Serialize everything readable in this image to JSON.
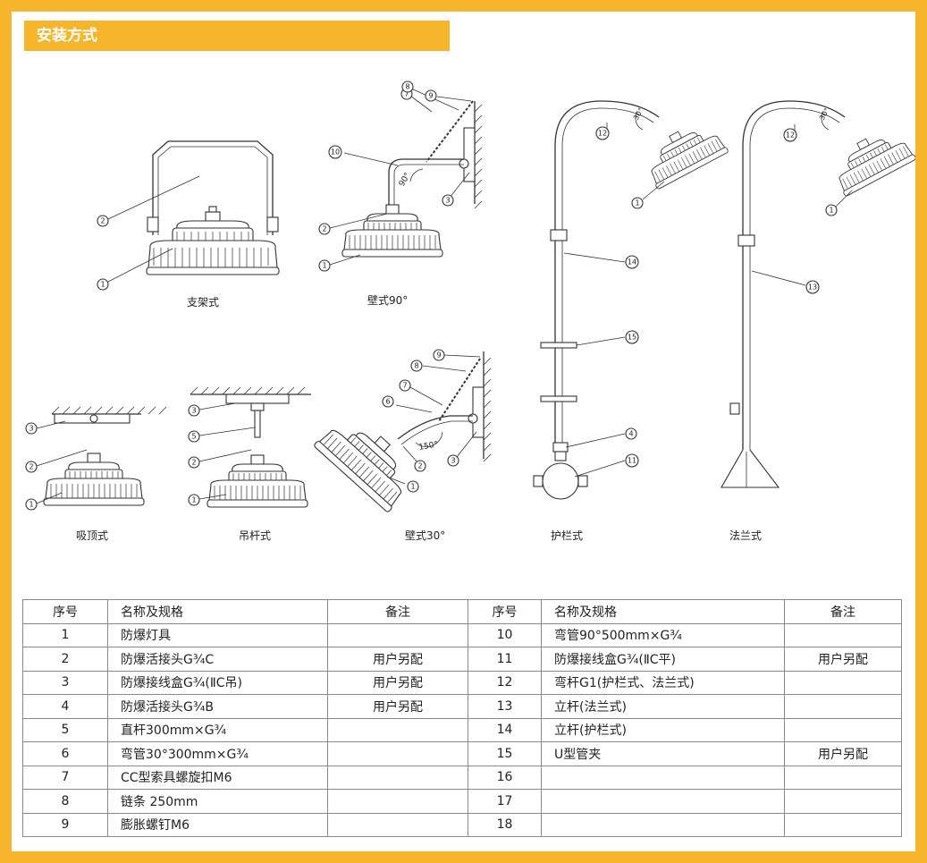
{
  "title": "安装方式",
  "captions": {
    "bracket": "支架式",
    "wall90": "壁式90°",
    "ceiling": "吸顶式",
    "pendant": "吊杆式",
    "wall30": "壁式30°",
    "guardrail": "护栏式",
    "flange": "法兰式"
  },
  "angles": {
    "a90": "90°",
    "a150": "150°",
    "a30": "30°"
  },
  "table": {
    "headers": [
      "序号",
      "名称及规格",
      "备注",
      "序号",
      "名称及规格",
      "备注"
    ],
    "rows": [
      [
        "1",
        "防爆灯具",
        "",
        "10",
        "弯管90°500mm×G¾",
        ""
      ],
      [
        "2",
        "防爆活接头G¾C",
        "用户另配",
        "11",
        "防爆接线盒G¾(ⅡC平)",
        "用户另配"
      ],
      [
        "3",
        "防爆接线盒G¾(ⅡC吊)",
        "用户另配",
        "12",
        "弯杆G1(护栏式、法兰式)",
        ""
      ],
      [
        "4",
        "防爆活接头G¾B",
        "用户另配",
        "13",
        "立杆(法兰式)",
        ""
      ],
      [
        "5",
        "直杆300mm×G¾",
        "",
        "14",
        "立杆(护栏式)",
        ""
      ],
      [
        "6",
        "弯管30°300mm×G¾",
        "",
        "15",
        "U型管夹",
        "用户另配"
      ],
      [
        "7",
        "CC型索具螺旋扣M6",
        "",
        "16",
        "",
        ""
      ],
      [
        "8",
        "链条 250mm",
        "",
        "17",
        "",
        ""
      ],
      [
        "9",
        "膨胀螺钉M6",
        "",
        "18",
        "",
        ""
      ]
    ]
  },
  "colors": {
    "accent": "#f7b52c",
    "line": "#333333"
  }
}
